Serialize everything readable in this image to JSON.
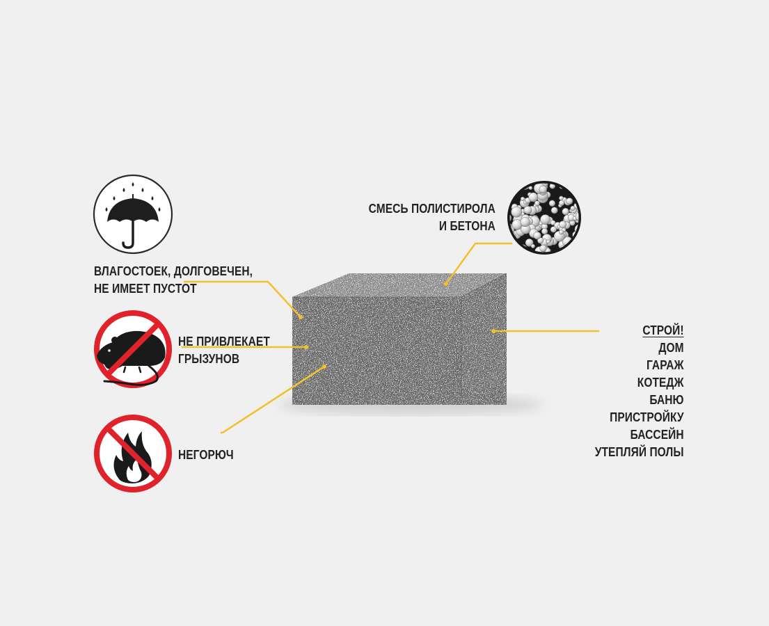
{
  "colors": {
    "background": "#f0f0f1",
    "leader_line": "#f2c12e",
    "prohibition_red": "#e0222b",
    "text": "#222222",
    "block_front": "#696969",
    "block_top": "#8a8a8a",
    "block_side": "#585858"
  },
  "icons": {
    "umbrella": "umbrella-rain-icon",
    "rodent": "no-rodent-icon",
    "fire": "no-fire-icon",
    "texture": "polystyrene-texture-icon"
  },
  "features": {
    "moisture": {
      "line1": "ВЛАГОСТОЕК, ДОЛГОВЕЧЕН,",
      "line2": "НЕ ИМЕЕТ ПУСТОТ"
    },
    "rodents": {
      "line1": "НЕ ПРИВЛЕКАЕТ",
      "line2": "ГРЫЗУНОВ"
    },
    "fire": {
      "line1": "НЕГОРЮЧ"
    },
    "composition": {
      "line1": "СМЕСЬ ПОЛИСТИРОЛА",
      "line2": "И БЕТОНА"
    }
  },
  "build_list": {
    "heading": "СТРОЙ!",
    "items": [
      "ДОМ",
      "ГАРАЖ",
      "КОТЕДЖ",
      "БАНЮ",
      "ПРИСТРОЙКУ",
      "БАССЕЙН",
      "УТЕПЛЯЙ ПОЛЫ"
    ]
  }
}
